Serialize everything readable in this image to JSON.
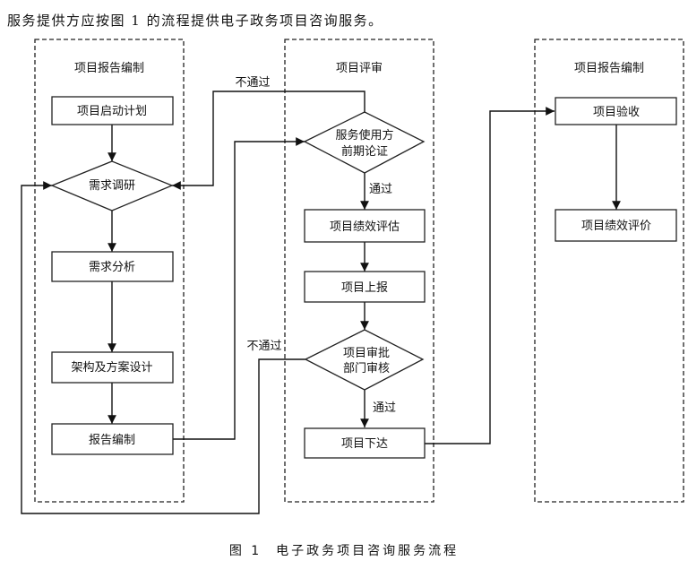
{
  "intro_text": "服务提供方应按图 1 的流程提供电子政务项目咨询服务。",
  "caption": {
    "figure_number": "图 1",
    "title": "电子政务项目咨询服务流程"
  },
  "lanes": [
    {
      "id": "lane1",
      "title": "项目报告编制"
    },
    {
      "id": "lane2",
      "title": "项目评审"
    },
    {
      "id": "lane3",
      "title": "项目报告编制"
    }
  ],
  "nodes": {
    "start_plan": {
      "type": "process",
      "label": "项目启动计划"
    },
    "requirement_survey": {
      "type": "decision",
      "label": "需求调研"
    },
    "requirement_analysis": {
      "type": "process",
      "label": "需求分析"
    },
    "architecture_design": {
      "type": "process",
      "label": "架构及方案设计"
    },
    "report_writing": {
      "type": "process",
      "label": "报告编制"
    },
    "user_review": {
      "type": "decision",
      "label_lines": [
        "服务使用方",
        "前期论证"
      ]
    },
    "performance_assessment": {
      "type": "process",
      "label": "项目绩效评估"
    },
    "project_submit": {
      "type": "process",
      "label": "项目上报"
    },
    "dept_approval": {
      "type": "decision",
      "label_lines": [
        "项目审批",
        "部门审核"
      ]
    },
    "project_issue": {
      "type": "process",
      "label": "项目下达"
    },
    "project_acceptance": {
      "type": "process",
      "label": "项目验收"
    },
    "performance_evaluation": {
      "type": "process",
      "label": "项目绩效评价"
    }
  },
  "edges": [
    {
      "from": "start_plan",
      "to": "requirement_survey",
      "label": ""
    },
    {
      "from": "requirement_survey",
      "to": "requirement_analysis",
      "label": ""
    },
    {
      "from": "requirement_analysis",
      "to": "architecture_design",
      "label": ""
    },
    {
      "from": "architecture_design",
      "to": "report_writing",
      "label": ""
    },
    {
      "from": "report_writing",
      "to": "user_review",
      "label": ""
    },
    {
      "from": "user_review",
      "to": "requirement_survey",
      "label": "不通过"
    },
    {
      "from": "user_review",
      "to": "performance_assessment",
      "label": "通过"
    },
    {
      "from": "performance_assessment",
      "to": "project_submit",
      "label": ""
    },
    {
      "from": "project_submit",
      "to": "dept_approval",
      "label": ""
    },
    {
      "from": "dept_approval",
      "to": "requirement_survey",
      "label": "不通过"
    },
    {
      "from": "dept_approval",
      "to": "project_issue",
      "label": "通过"
    },
    {
      "from": "project_issue",
      "to": "project_acceptance",
      "label": ""
    },
    {
      "from": "project_acceptance",
      "to": "performance_evaluation",
      "label": ""
    }
  ]
}
